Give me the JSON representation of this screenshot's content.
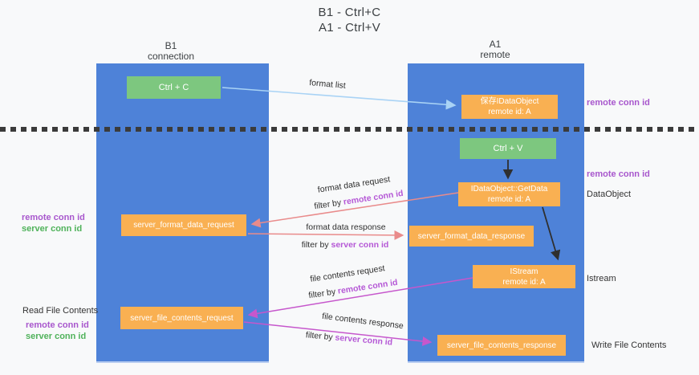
{
  "title": {
    "line1": "B1 - Ctrl+C",
    "line2": "A1 - Ctrl+V"
  },
  "lanes": {
    "b1": {
      "name": "B1",
      "subtitle": "connection"
    },
    "a1": {
      "name": "A1",
      "subtitle": "remote"
    }
  },
  "nodes": {
    "ctrl_c": {
      "label": "Ctrl + C"
    },
    "ctrl_v": {
      "label": "Ctrl + V"
    },
    "save_idataobject": {
      "line1": "保存IDataObject",
      "line2": "remote id: A"
    },
    "idataobject_getdata": {
      "line1": "IDataObject::GetData",
      "line2": "remote id: A"
    },
    "istream": {
      "line1": "IStream",
      "line2": "remote id: A"
    },
    "server_format_data_request": {
      "label": "server_format_data_request"
    },
    "server_format_data_response": {
      "label": "server_format_data_response"
    },
    "server_file_contents_request": {
      "label": "server_file_contents_request"
    },
    "server_file_contents_response": {
      "label": "server_file_contents_response"
    }
  },
  "annotations": {
    "right_remote_conn_id_top": "remote conn id",
    "right_remote_conn_id_mid": "remote conn id",
    "right_dataobject": "DataObject",
    "right_istream": "Istream",
    "right_write_file_contents": "Write File Contents",
    "left_remote_conn_id_mid": "remote conn id",
    "left_server_conn_id_mid": "server conn id",
    "left_read_file_contents": "Read File Contents",
    "left_remote_conn_id_bottom": "remote conn id",
    "left_server_conn_id_bottom": "server conn id"
  },
  "edges": {
    "format_list": {
      "label": "format list"
    },
    "format_data_request": {
      "label": "format data request",
      "filter_prefix": "filter by",
      "filter_key": "remote conn id"
    },
    "format_data_response": {
      "label": "format data response",
      "filter_prefix": "filter by",
      "filter_key": "server conn id"
    },
    "file_contents_request": {
      "label": "file contents request",
      "filter_prefix": "filter by",
      "filter_key": "remote conn id"
    },
    "file_contents_response": {
      "label": "file contents response",
      "filter_prefix": "filter by",
      "filter_key": "server conn id"
    }
  },
  "colors": {
    "lane_blue": "#4e82d8",
    "node_orange": "#f9b052",
    "node_green": "#7dc77f",
    "remote_conn_id_purple": "#a857cd",
    "server_conn_id_green": "#4fb25a",
    "mid_label_key_purple": "#b558d6",
    "arrow_salmon": "#e98b8b",
    "arrow_magenta": "#c657cc",
    "arrow_lightblue": "#a9d3f5",
    "arrow_black": "#2f2f2f"
  }
}
